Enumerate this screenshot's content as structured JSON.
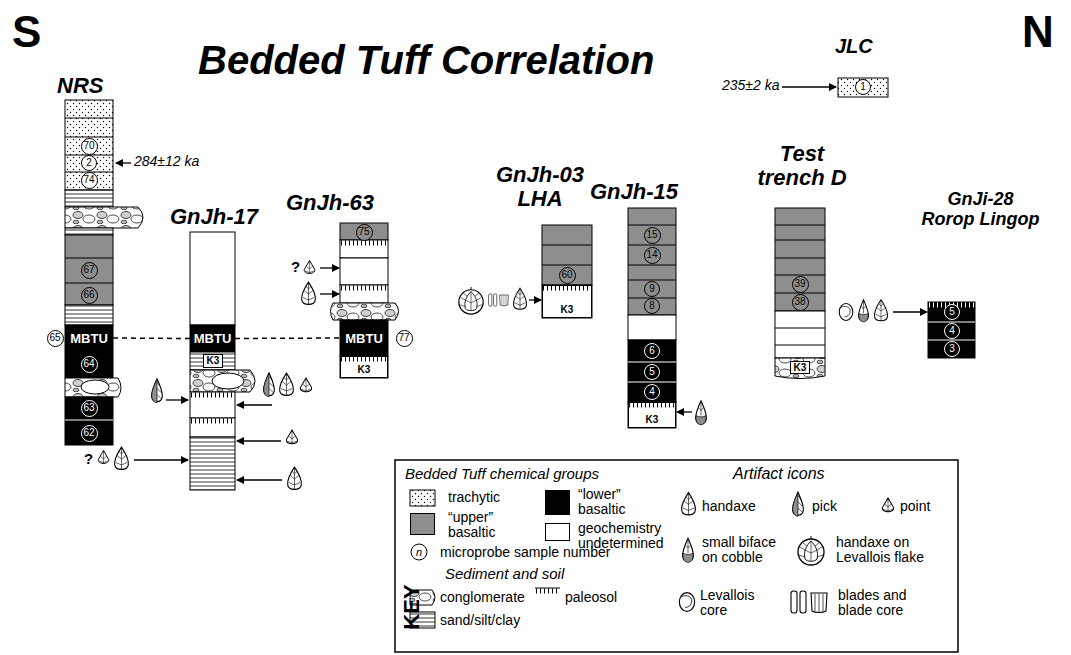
{
  "diagram": {
    "title": "Bedded Tuff Correlation",
    "nodes": [
      {
        "text": [
          "70"
        ]
      },
      {
        "text": [
          "2"
        ]
      },
      {
        "text": [
          "74"
        ]
      },
      {
        "text": [
          "67"
        ]
      },
      {
        "text": [
          "66"
        ]
      },
      {
        "text": [
          "65"
        ]
      },
      {
        "text": [
          "MBTU"
        ]
      },
      {
        "text": [
          "64"
        ]
      },
      {
        "text": [
          "63"
        ]
      },
      {
        "text": [
          "62"
        ]
      },
      {
        "text": [
          "MBTU"
        ]
      },
      {
        "text": [
          "K3"
        ]
      },
      {
        "text": [
          "75"
        ]
      },
      {
        "text": [
          "MBTU"
        ]
      },
      {
        "text": [
          "77"
        ]
      },
      {
        "text": [
          "K3"
        ]
      },
      {
        "text": [
          "60"
        ]
      },
      {
        "text": [
          "K3"
        ]
      },
      {
        "text": [
          "15"
        ]
      },
      {
        "text": [
          "14"
        ]
      },
      {
        "text": [
          "9"
        ]
      },
      {
        "text": [
          "8"
        ]
      },
      {
        "text": [
          "6"
        ]
      },
      {
        "text": [
          "5"
        ]
      },
      {
        "text": [
          "4"
        ]
      },
      {
        "text": [
          "K3"
        ]
      },
      {
        "text": [
          "39"
        ]
      },
      {
        "text": [
          "38"
        ]
      },
      {
        "text": [
          "K3"
        ]
      },
      {
        "text": [
          "1"
        ]
      },
      {
        "text": [
          "5"
        ]
      },
      {
        "text": [
          "4"
        ]
      },
      {
        "text": [
          "3"
        ]
      }
    ],
    "edges": [
      {
        "from": 6,
        "to": 10,
        "arrow": "none"
      },
      {
        "from": 10,
        "to": 13,
        "arrow": "none"
      }
    ],
    "labels": [
      "S",
      "N",
      "JLC",
      "235±2 ka",
      "NRS",
      "284±12 ka",
      "GnJh-63",
      "?",
      "GnJh-03 LHA",
      "GnJh-15",
      "Test trench D",
      "GnJi-28 Rorop Lingop",
      "GnJh-17",
      "?",
      "KEY",
      "Bedded Tuff chemical groups",
      "n",
      "Sediment and soil",
      "Artifact icons"
    ],
    "legend": [
      {
        "text": "trachytic"
      },
      {
        "text": "“lower” basaltic",
        "color": "#000000"
      },
      {
        "text": "“upper” basaltic",
        "color": "#8e8e8e"
      },
      {
        "text": "geochemistry undetermined",
        "color": "#ffffff"
      },
      {
        "text": "microprobe sample number"
      },
      {
        "text": "conglomerate"
      },
      {
        "text": "paleosol"
      },
      {
        "text": "sand/silt/clay"
      },
      {
        "text": "handaxe"
      },
      {
        "text": "pick"
      },
      {
        "text": "point"
      },
      {
        "text": "small biface on cobble"
      },
      {
        "text": "handaxe on Levallois flake"
      },
      {
        "text": "Levallois core"
      },
      {
        "text": "blades and blade core"
      }
    ]
  }
}
